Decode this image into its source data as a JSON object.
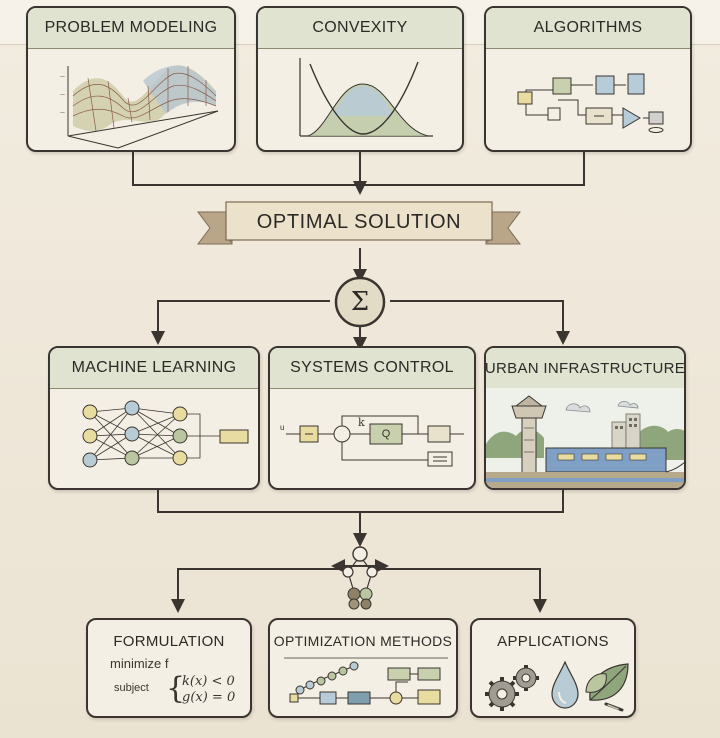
{
  "top_boxes": [
    {
      "title": "PROBLEM MODELING"
    },
    {
      "title": "CONVEXITY"
    },
    {
      "title": "ALGORITHMS"
    }
  ],
  "banner": {
    "label": "OPTIMAL SOLUTION"
  },
  "hub": {
    "symbol": "Σ"
  },
  "middle_boxes": [
    {
      "title": "MACHINE LEARNING"
    },
    {
      "title": "SYSTEMS CONTROL",
      "block_label": "Q",
      "signal_k": "k",
      "signal_u": "u"
    },
    {
      "title": "URBAN INFRASTRUCTURE"
    }
  ],
  "bottom_boxes": [
    {
      "title": "FORMULATION",
      "objective": "minimize f",
      "subject": "subject",
      "constraint_1": "k(x) < 0",
      "constraint_2": "g(x) = 0"
    },
    {
      "title": "OPTIMIZATION METHODS"
    },
    {
      "title": "APPLICATIONS"
    }
  ],
  "colors": {
    "ink": "#3a3530",
    "header": "#dfe3cf",
    "paper": "#f4efe4",
    "node_yellow": "#e8dca0",
    "node_blue": "#b8ccd6",
    "node_green": "#b9c6a0",
    "block_green": "#c9d0ad",
    "block_blue": "#b7ccd8"
  }
}
